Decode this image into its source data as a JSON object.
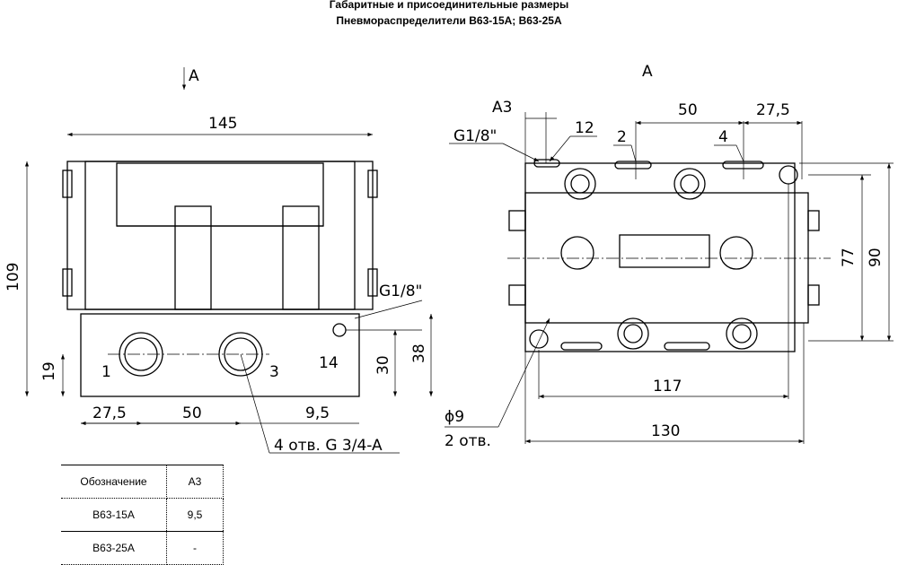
{
  "title": "Габаритные и присоединительные размеры",
  "subtitle": "Пневмораспределители В63-15А; В63-25А",
  "left_view": {
    "view_marker": "A",
    "dim_width": "145",
    "dim_height": "109",
    "dim_base_height": "38",
    "dim_port_height": "30",
    "dim_port_axis": "19",
    "dim_offset": "27,5",
    "dim_spacing": "50",
    "dim_small": "9,5",
    "thread_label": "G1/8\"",
    "port_1": "1",
    "port_3": "3",
    "port_14": "14",
    "holes_note": "4 отв. G 3/4-A"
  },
  "right_view": {
    "view_title": "A",
    "dim_a3": "A3",
    "thread_label": "G1/8\"",
    "port_12": "12",
    "port_2": "2",
    "port_4": "4",
    "dim_spacing": "50",
    "dim_offset": "27,5",
    "dim_77": "77",
    "dim_90": "90",
    "dim_117": "117",
    "dim_130": "130",
    "hole_dia": "ϕ9",
    "hole_count": "2 отв."
  },
  "table": {
    "headers": [
      "Обозначение",
      "A3"
    ],
    "rows": [
      [
        "В63-15А",
        "9,5"
      ],
      [
        "В63-25А",
        "-"
      ]
    ]
  }
}
